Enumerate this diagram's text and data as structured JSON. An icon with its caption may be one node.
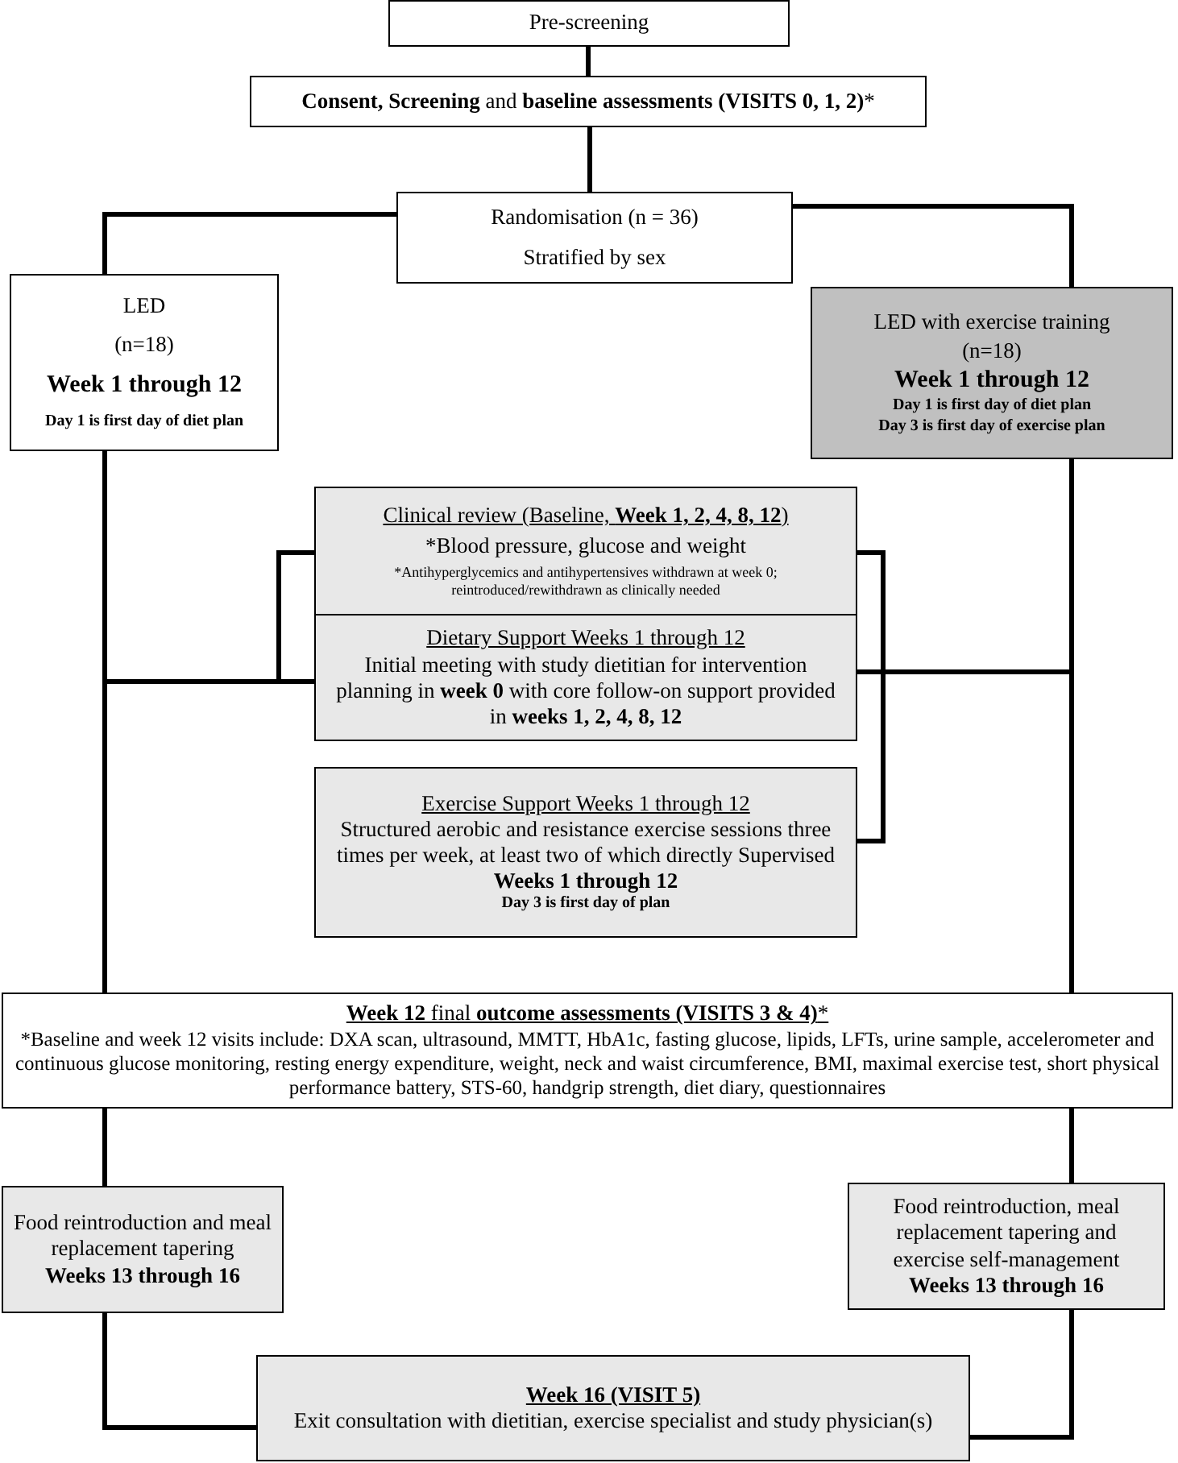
{
  "diagram": {
    "nodes": [
      {
        "text": [
          "Pre-screening"
        ]
      },
      {
        "text": [
          "**Consent, Screening** and **baseline assessments (VISITS 0, 1, 2)***"
        ]
      },
      {
        "text": [
          "Randomisation (n = 36)",
          "Stratified by sex"
        ]
      },
      {
        "text": [
          "LED",
          "(n=18)",
          "Week 1 through 12",
          "Day 1 is first day of diet plan"
        ]
      },
      {
        "text": [
          "LED with exercise training",
          "(n=18)",
          "Week 1 through 12",
          "Day 1 is first day of diet plan",
          "Day 3 is first day of exercise plan"
        ]
      },
      {
        "text": [
          "Clinical review (Baseline, **Week 1, 2, 4, 8, 12**)",
          "*Blood pressure, glucose and weight",
          "*Antihyperglycemics and antihypertensives withdrawn at week 0; reintroduced/rewithdrawn as clinically needed"
        ]
      },
      {
        "text": [
          "Dietary Support Weeks 1 through 12",
          "Initial meeting with study dietitian for intervention planning in **week 0** with core follow-on support provided in **weeks 1, 2, 4, 8, 12**"
        ]
      },
      {
        "text": [
          "Exercise Support Weeks 1 through 12",
          "Structured aerobic and resistance exercise sessions three times per week, at least two of which directly Supervised",
          "Weeks 1 through 12",
          "Day 3 is first day of plan"
        ]
      },
      {
        "text": [
          "**Week 12** final **outcome assessments (VISITS 3 & 4)***",
          "*Baseline and week 12 visits include: DXA scan, ultrasound, MMTT, HbA1c, fasting glucose, lipids, LFTs, urine sample, accelerometer and continuous glucose monitoring, resting energy expenditure, weight, neck and waist circumference, BMI, maximal exercise test, short physical performance battery, STS-60, handgrip strength, diet diary, questionnaires"
        ]
      },
      {
        "text": [
          "Food reintroduction and meal replacement tapering",
          "Weeks 13 through 16"
        ]
      },
      {
        "text": [
          "Food reintroduction, meal replacement tapering and exercise self-management",
          "Weeks 13 through 16"
        ]
      },
      {
        "text": [
          "Week 16 (VISIT 5)",
          "Exit consultation with dietitian, exercise specialist and study physician(s)"
        ]
      }
    ],
    "edges": [
      {
        "from": 0,
        "to": 1,
        "arrow": "none"
      },
      {
        "from": 1,
        "to": 2,
        "arrow": "none"
      },
      {
        "from": 2,
        "to": 3,
        "arrow": "none"
      },
      {
        "from": 2,
        "to": 4,
        "arrow": "none"
      },
      {
        "from": 3,
        "to": 8,
        "arrow": "none"
      },
      {
        "from": 3,
        "to": 5,
        "arrow": "none"
      },
      {
        "from": 3,
        "to": 6,
        "arrow": "none"
      },
      {
        "from": 4,
        "to": 5,
        "arrow": "none"
      },
      {
        "from": 4,
        "to": 6,
        "arrow": "none"
      },
      {
        "from": 4,
        "to": 7,
        "arrow": "none"
      },
      {
        "from": 4,
        "to": 8,
        "arrow": "none"
      },
      {
        "from": 8,
        "to": 9,
        "arrow": "none"
      },
      {
        "from": 8,
        "to": 10,
        "arrow": "none"
      },
      {
        "from": 9,
        "to": 11,
        "arrow": "none"
      },
      {
        "from": 10,
        "to": 11,
        "arrow": "none"
      }
    ]
  }
}
